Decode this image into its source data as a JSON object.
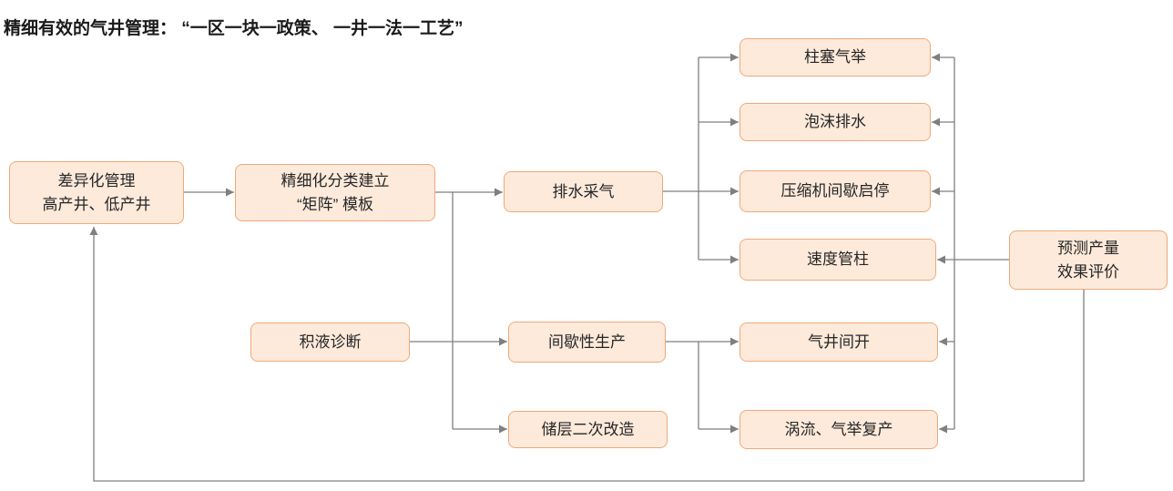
{
  "title": "精细有效的气井管理： “一区一块一政策、 一井一法一工艺”",
  "nodes": {
    "diff_mgmt": {
      "line1": "差异化管理",
      "line2": "高产井、低产井"
    },
    "matrix_template": {
      "line1": "精细化分类建立",
      "line2": "“矩阵” 模板"
    },
    "liquid_diagnosis": {
      "label": "积液诊断"
    },
    "drainage_gas": {
      "label": "排水采气"
    },
    "intermittent_production": {
      "label": "间歇性生产"
    },
    "reservoir_restim": {
      "label": "储层二次改造"
    },
    "plunger_lift": {
      "label": "柱塞气举"
    },
    "foam_drainage": {
      "label": "泡沫排水"
    },
    "compressor_startstop": {
      "label": "压缩机间歇启停"
    },
    "velocity_string": {
      "label": "速度管柱"
    },
    "well_intermittent_open": {
      "label": "气井间开"
    },
    "vortex_gaslift": {
      "label": "涡流、气举复产"
    },
    "predict_evaluate": {
      "line1": "预测产量",
      "line2": "效果评价"
    }
  },
  "colors": {
    "box_fill": "#fdeadb",
    "box_border": "#f1a879",
    "connector": "#7f7f7f",
    "title_text": "#1a1a1a",
    "box_text": "#262626"
  }
}
